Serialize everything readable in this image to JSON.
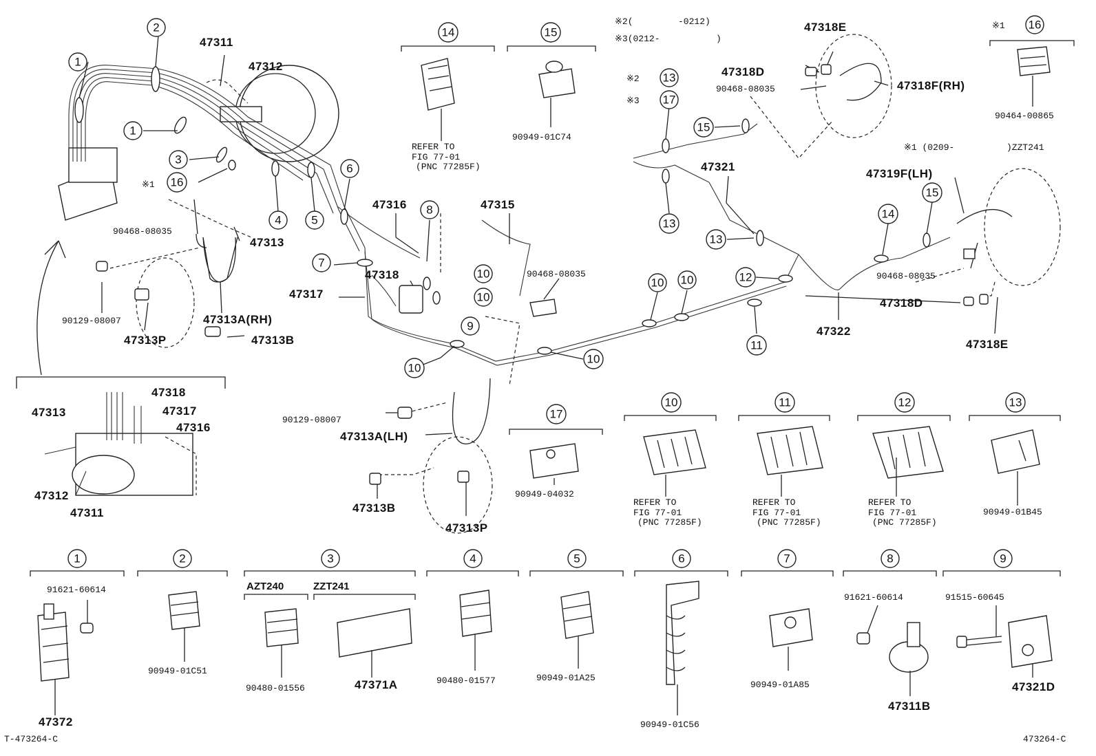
{
  "diagram": {
    "figure_codes": {
      "bottom_left": "T-473264-C",
      "bottom_right": "473264-C"
    },
    "part_numbers": {
      "p47311": "47311",
      "p47312": "47312",
      "p47313": "47313",
      "p47313A_RH": "47313A(RH)",
      "p47313A_LH": "47313A(LH)",
      "p47313B": "47313B",
      "p47313P": "47313P",
      "p47315": "47315",
      "p47316": "47316",
      "p47317": "47317",
      "p47318": "47318",
      "p47318D": "47318D",
      "p47318E": "47318E",
      "p47318F_RH": "47318F(RH)",
      "p47319F_LH": "47319F(LH)",
      "p47321": "47321",
      "p47322": "47322",
      "p47372": "47372",
      "p47371A": "47371A",
      "p47311B": "47311B",
      "p47321D": "47321D",
      "b90468_08035": "90468-08035",
      "b90129_08007": "90129-08007",
      "c90949_01C74": "90949-01C74",
      "c90464_00865": "90464-00865",
      "c90949_04032": "90949-04032",
      "c90949_01B45": "90949-01B45",
      "c91621_60614": "91621-60614",
      "c90949_01C51": "90949-01C51",
      "c90480_01556": "90480-01556",
      "c90480_01577": "90480-01577",
      "c90949_01A25": "90949-01A25",
      "c90949_01C56": "90949-01C56",
      "c90949_01A85": "90949-01A85",
      "c91515_60645": "91515-60645"
    },
    "notes": {
      "note1_line1": "※2(",
      "note1_line1b": "-0212)",
      "note1_line2": "※3(0212-",
      "note1_line2b": ")",
      "note_zzt": "※1 (0209-",
      "note_zzt_b": ")ZZT241",
      "mark1": "※1",
      "mark2": "※2",
      "mark3": "※3",
      "refer_line1": "REFER TO",
      "refer_line2": "FIG 77-01",
      "refer_line3": "(PNC 77285F)"
    },
    "models": {
      "azt240": "AZT240",
      "zzt241": "ZZT241"
    },
    "callouts": [
      "1",
      "2",
      "3",
      "4",
      "5",
      "6",
      "7",
      "8",
      "9",
      "10",
      "11",
      "12",
      "13",
      "14",
      "15",
      "16",
      "17"
    ]
  }
}
